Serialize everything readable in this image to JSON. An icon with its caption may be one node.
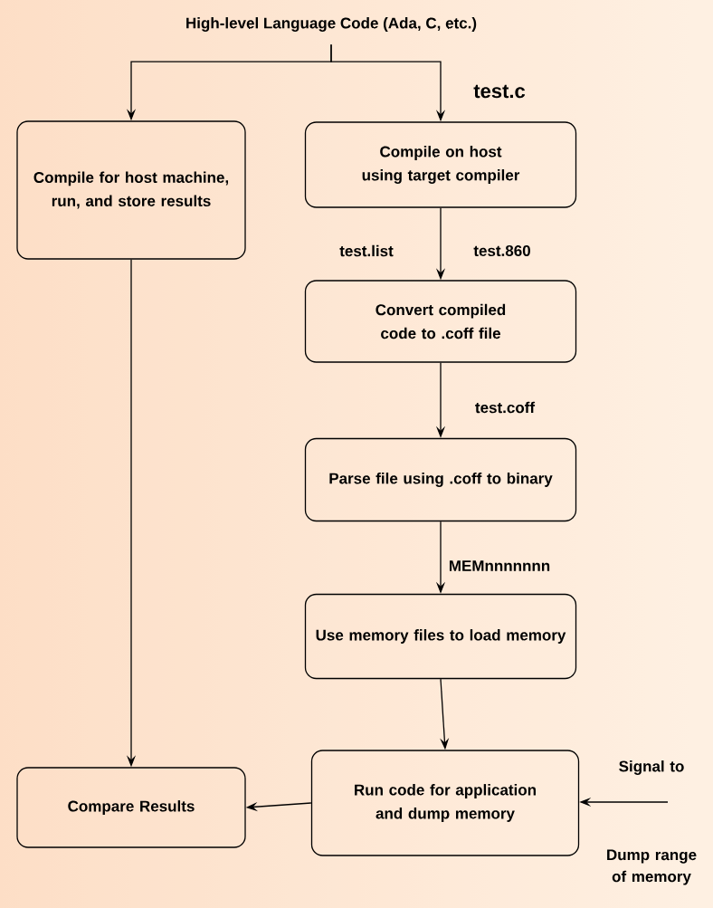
{
  "diagram": {
    "nodes": [
      {
        "text": [
          "High-level Language Code (Ada, C, etc.)"
        ]
      },
      {
        "text": [
          "Compile for host machine, run, and store results"
        ]
      },
      {
        "text": [
          "Compile on host using target compiler"
        ]
      },
      {
        "text": [
          "Convert compiled code to .coff file"
        ]
      },
      {
        "text": [
          "Parse file using .coff to binary"
        ]
      },
      {
        "text": [
          "Use memory files to load memory"
        ]
      },
      {
        "text": [
          "Run code for application and dump memory"
        ]
      },
      {
        "text": [
          "Compare Results"
        ]
      }
    ],
    "edges": [
      {
        "from": 0,
        "to": 1,
        "arrow": "to"
      },
      {
        "from": 0,
        "to": 2,
        "arrow": "to",
        "label": "test.c"
      },
      {
        "from": 2,
        "to": 3,
        "arrow": "to",
        "label": "test.860"
      },
      {
        "from": 3,
        "to": 4,
        "arrow": "to",
        "label": "test.coff"
      },
      {
        "from": 4,
        "to": 5,
        "arrow": "to",
        "label": "MEMnnnnnnn"
      },
      {
        "from": 5,
        "to": 6,
        "arrow": "to"
      },
      {
        "from": 1,
        "to": 7,
        "arrow": "to"
      },
      {
        "from": 6,
        "to": 7,
        "arrow": "to"
      },
      {
        "from": null,
        "to": 6,
        "arrow": "to"
      }
    ],
    "labels": [
      "test.list",
      "Signal to",
      "Dump range of memory"
    ]
  }
}
